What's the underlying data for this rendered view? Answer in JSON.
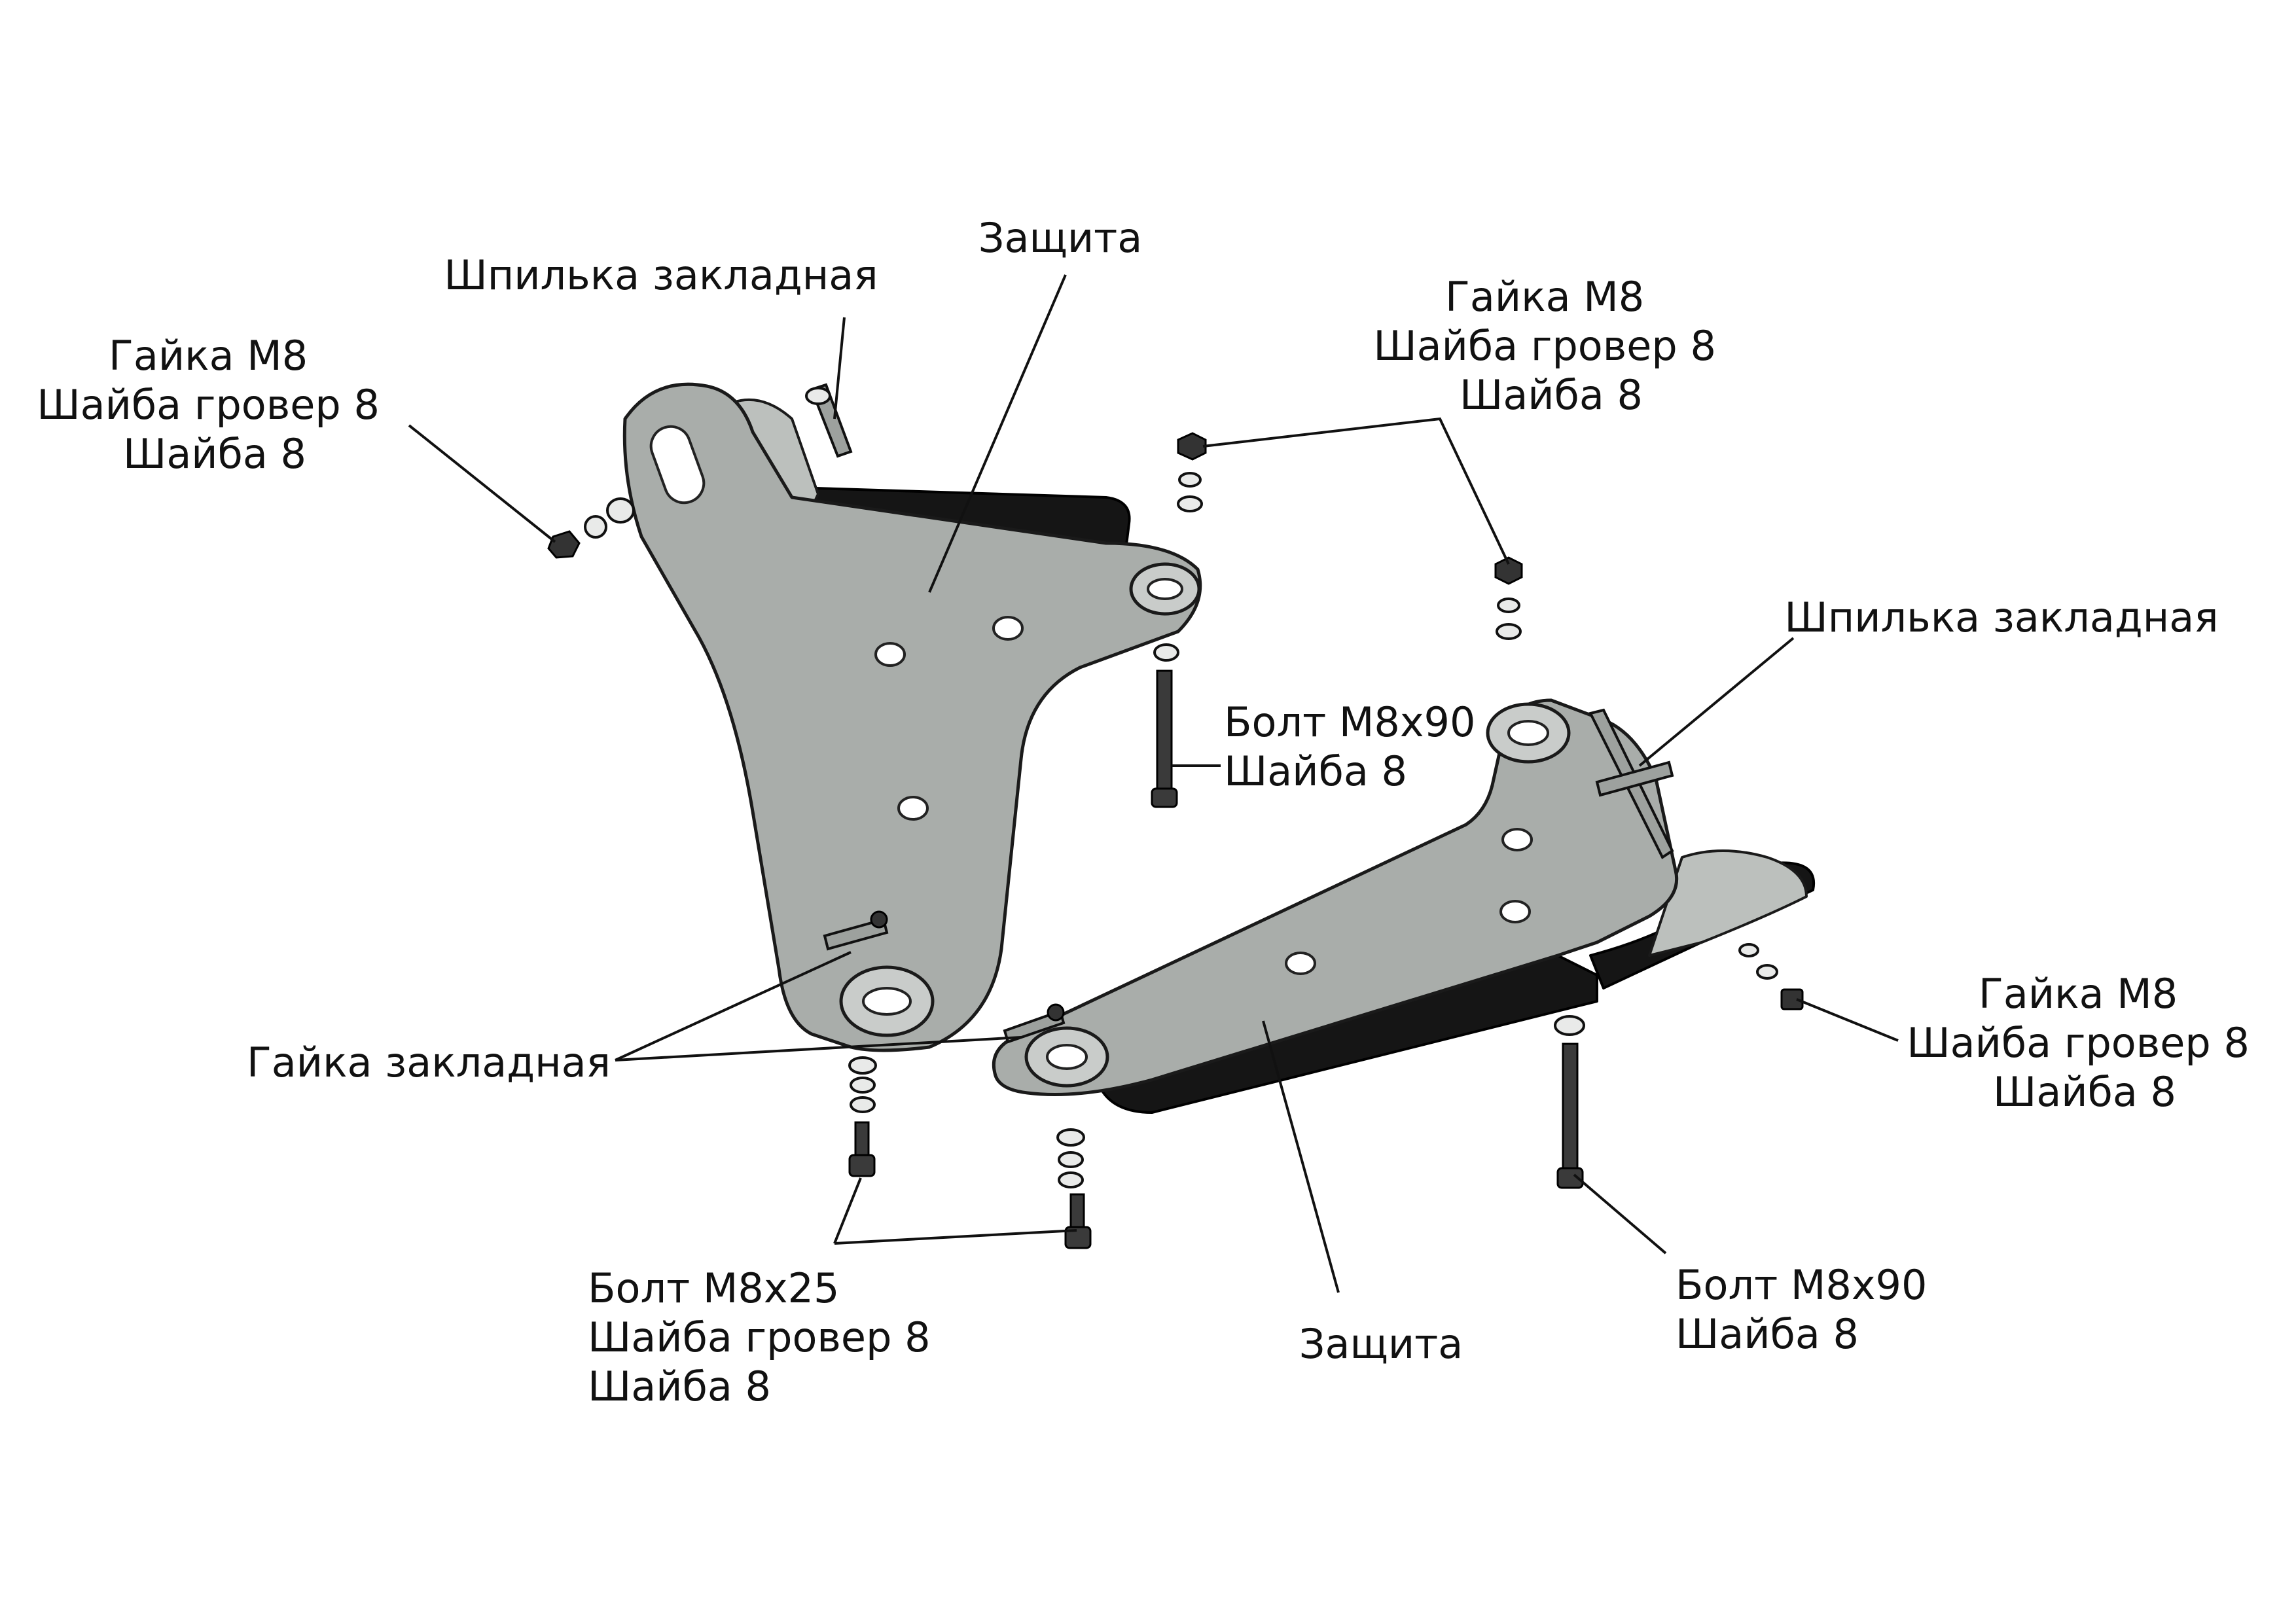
{
  "labels": {
    "shield_left": "Защита",
    "shield_right": "Защита",
    "stud_left": "Шпилька закладная",
    "stud_right": "Шпилька закладная",
    "nut_left": [
      "Гайка М8",
      "Шайба гровер 8",
      "Шайба 8"
    ],
    "nut_top_right": [
      "Гайка М8",
      "Шайба гровер 8",
      "Шайба 8"
    ],
    "nut_bottom_right": [
      "Гайка М8",
      "Шайба гровер 8",
      "Шайба 8"
    ],
    "bolt90_center": [
      "Болт М8х90",
      "Шайба 8"
    ],
    "bolt90_right": [
      "Болт М8х90",
      "Шайба 8"
    ],
    "bolt25": [
      "Болт М8х25",
      "Шайба гровер 8",
      "Шайба 8"
    ],
    "embedded_nut": "Гайка закладная"
  },
  "icons": [
    "shield-plate",
    "nut",
    "washer",
    "bolt",
    "embedded-stud",
    "embedded-nut"
  ],
  "colors": {
    "plate": "#a9adaa",
    "flange": "#151515",
    "line": "#111111",
    "background": "#ffffff"
  }
}
